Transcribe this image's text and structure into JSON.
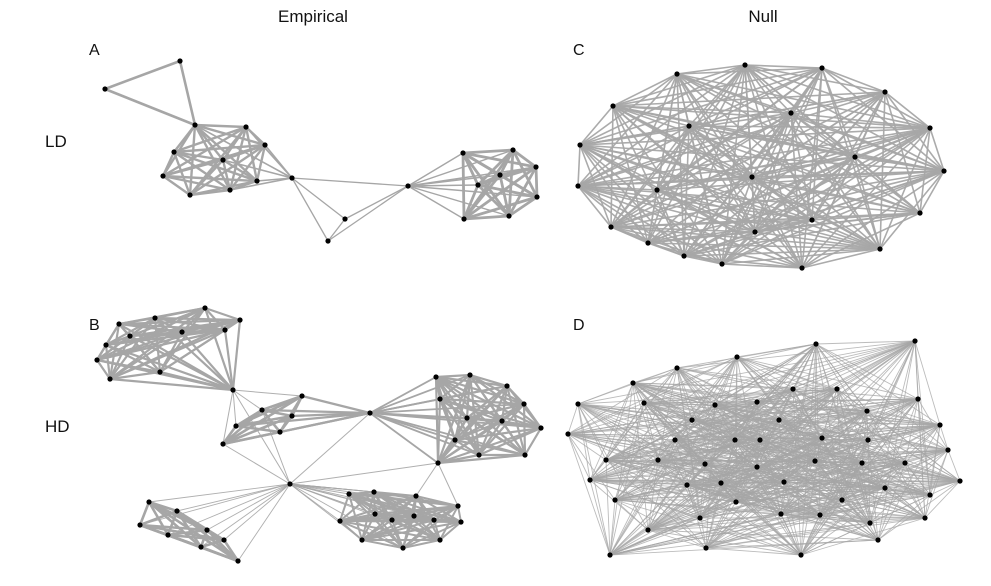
{
  "figure": {
    "column_titles": {
      "left": "Empirical",
      "right": "Null"
    },
    "row_labels": {
      "top": "LD",
      "bottom": "HD"
    },
    "panels": [
      {
        "letter": "A",
        "description": "Empirical LD network: a triangle, two dense cliques and two bridging nodes"
      },
      {
        "letter": "B",
        "description": "Empirical HD network: five dense clusters connected through hub nodes"
      },
      {
        "letter": "C",
        "description": "Null LD network: near-complete graph on a ring"
      },
      {
        "letter": "D",
        "description": "Null HD network: very dense near-complete graph"
      }
    ]
  },
  "style": {
    "edge_color": "#a6a6a6",
    "node_color": "#000000",
    "background": "#ffffff"
  }
}
